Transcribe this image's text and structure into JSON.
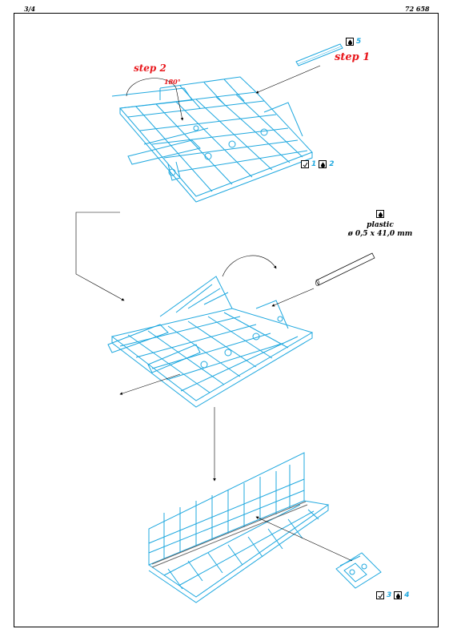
{
  "header": {
    "page_number": "3/4",
    "kit_number": "72 658"
  },
  "steps": {
    "step1": "step 1",
    "step2": "step 2",
    "rotation": "180°"
  },
  "material": {
    "name": "plastic",
    "dimension": "ø 0,5 x 41,0 mm"
  },
  "part_refs": {
    "top_right": [
      "5"
    ],
    "middle": [
      "1",
      "2"
    ],
    "bottom": [
      "3",
      "4"
    ]
  },
  "icons": {
    "fold": "checkmark-bend-icon",
    "glue": "glue-drop-icon"
  },
  "colors": {
    "part_lines": "#1fa8df",
    "step_text": "#e8161b",
    "ink": "#000000"
  }
}
